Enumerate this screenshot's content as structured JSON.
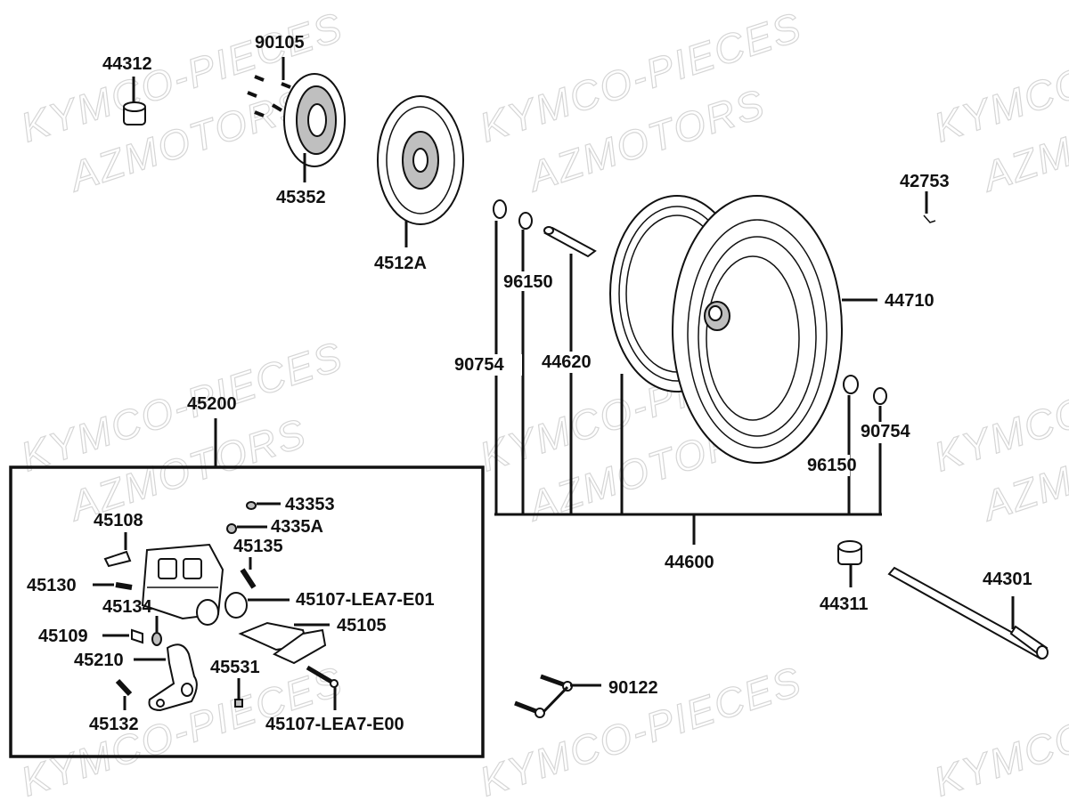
{
  "watermarks": {
    "line1": "KYMCO-PIECES",
    "line2": "AZMOTORS"
  },
  "labels": {
    "p44312": "44312",
    "p90105": "90105",
    "p45352": "45352",
    "p4512A": "4512A",
    "p96150_top": "96150",
    "p90754_left": "90754",
    "p44620": "44620",
    "p44710": "44710",
    "p42753": "42753",
    "p96150_right": "96150",
    "p90754_right": "90754",
    "p44600": "44600",
    "p44311": "44311",
    "p44301": "44301",
    "p90122": "90122",
    "p45200": "45200",
    "p43353": "43353",
    "p4335A": "4335A",
    "p45108": "45108",
    "p45135": "45135",
    "p45130": "45130",
    "p45107_e01": "45107-LEA7-E01",
    "p45134": "45134",
    "p45105": "45105",
    "p45109": "45109",
    "p45210": "45210",
    "p45531": "45531",
    "p45132": "45132",
    "p45107_e00": "45107-LEA7-E00"
  }
}
